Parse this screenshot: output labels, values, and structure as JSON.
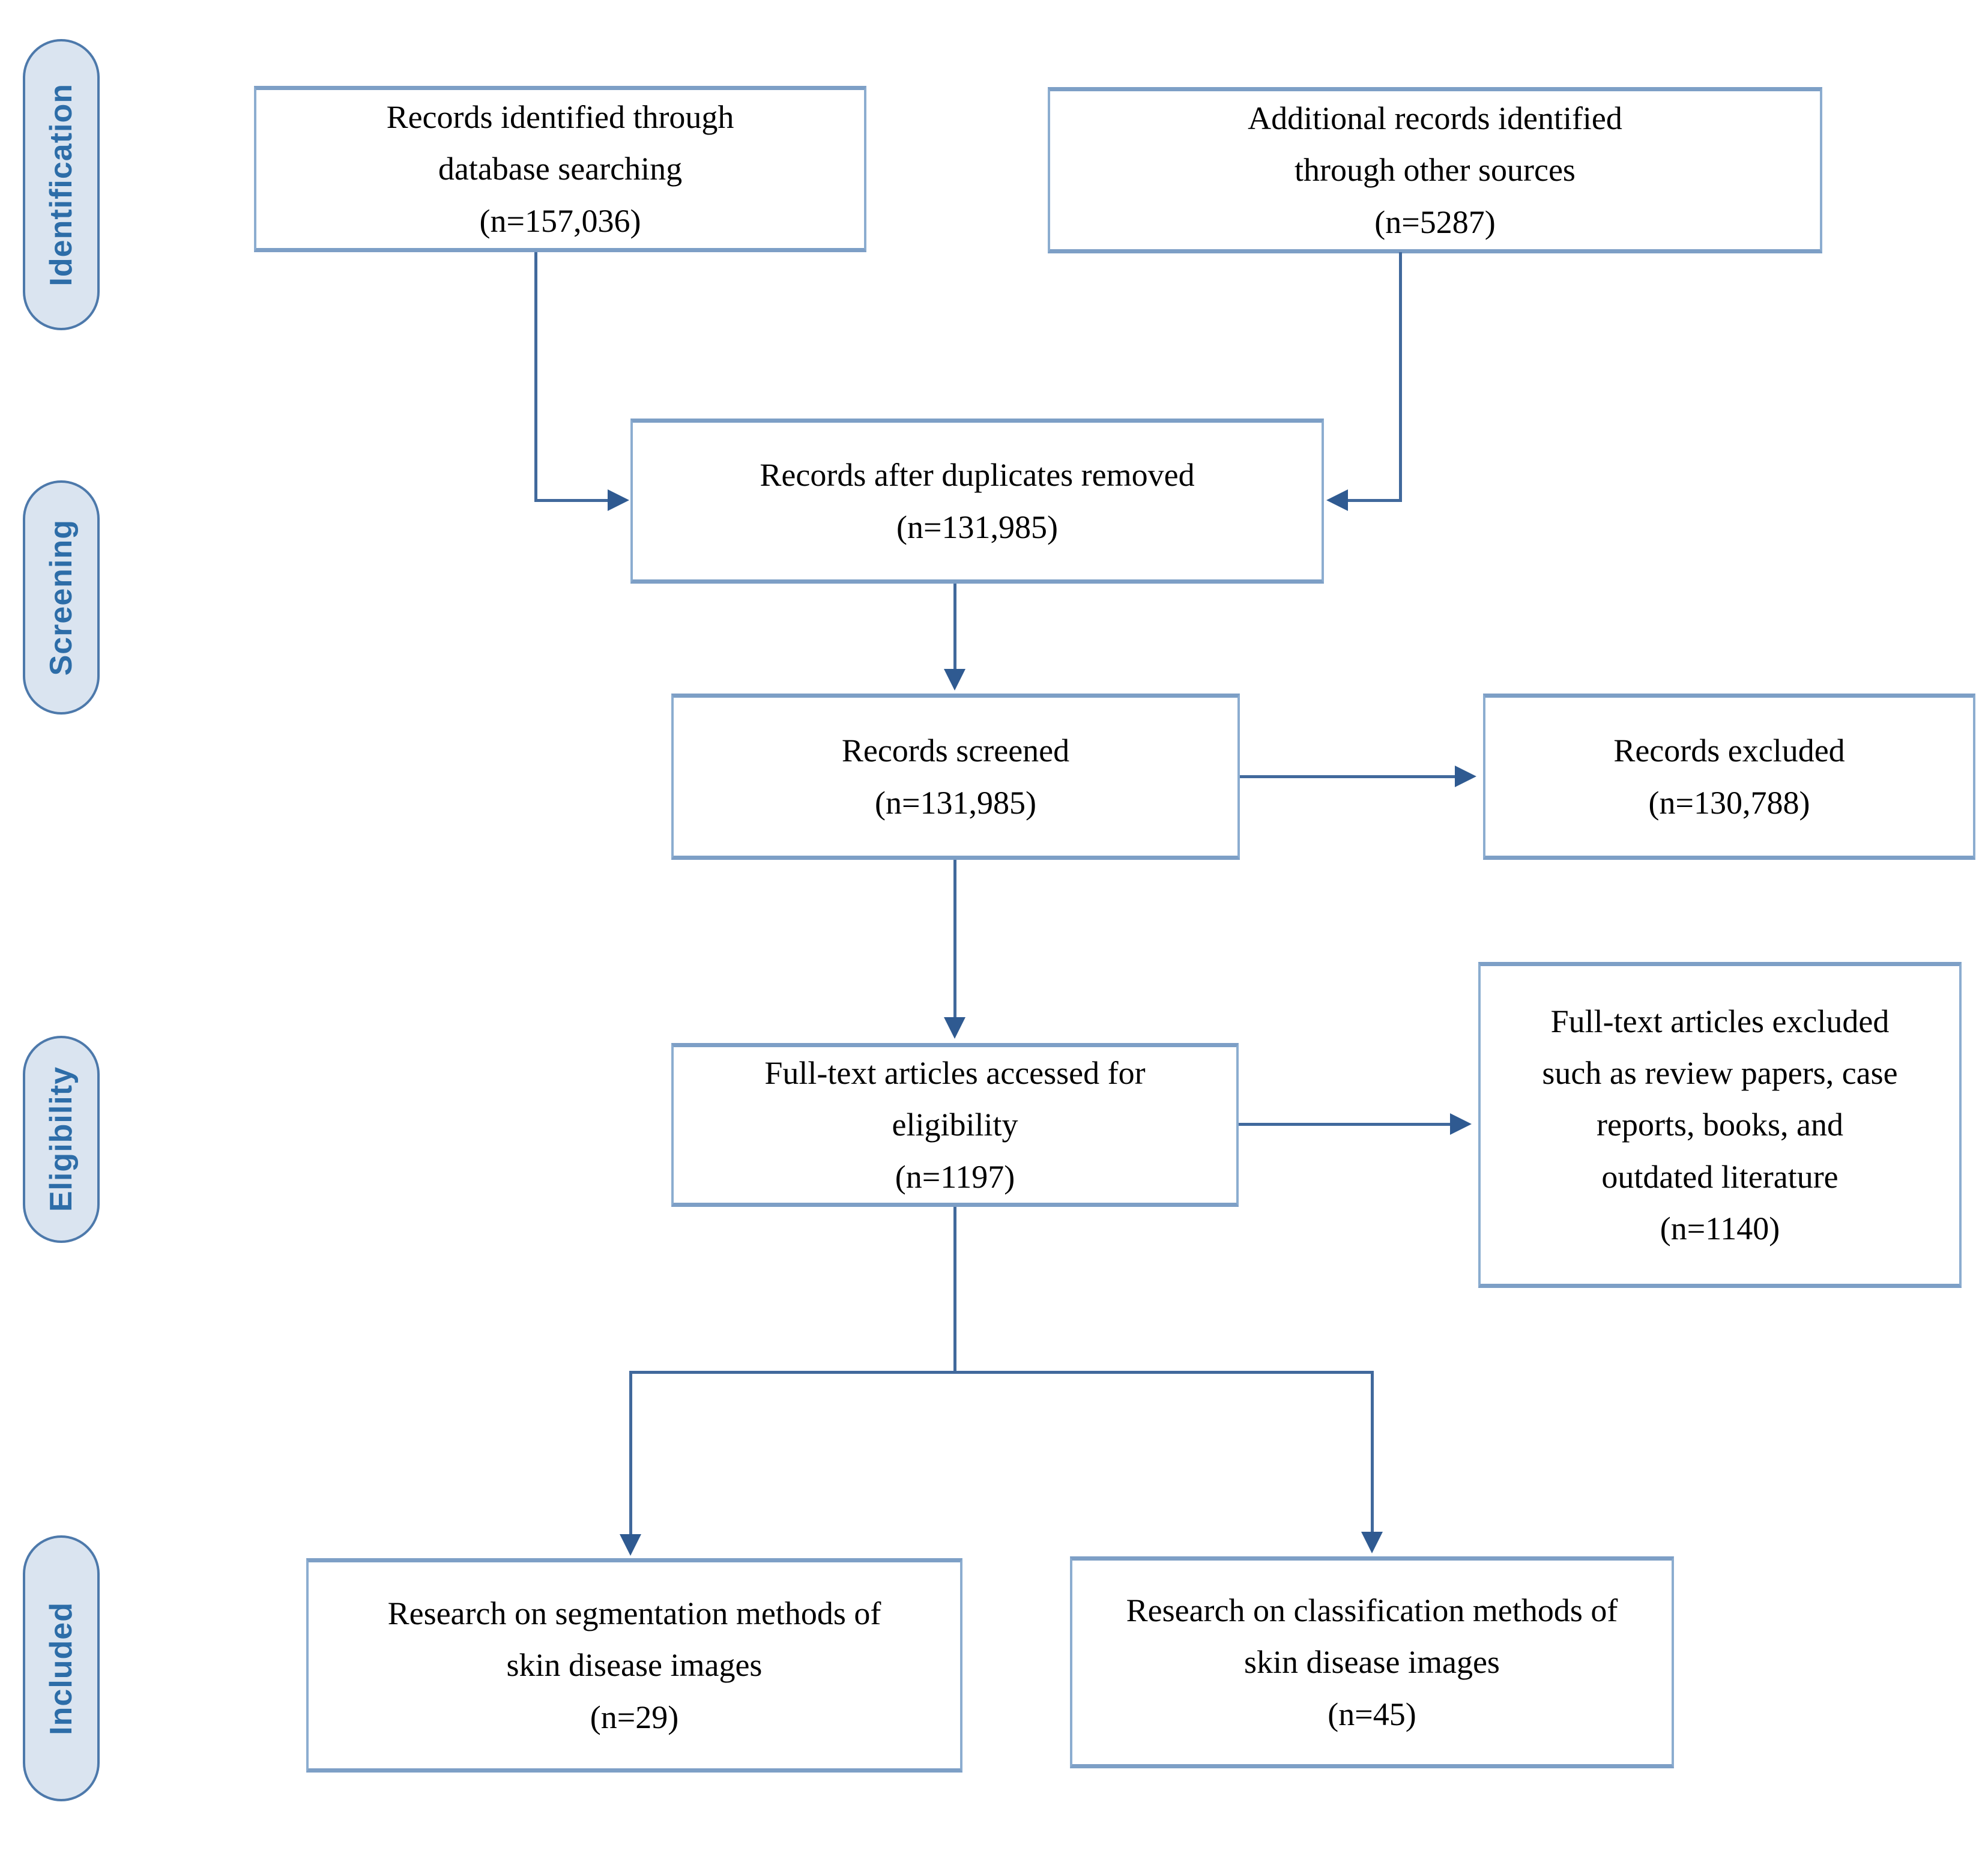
{
  "figure": {
    "type": "prisma-flow-diagram",
    "title": "PRISMA literature selection flow diagram"
  },
  "stages": [
    {
      "id": "identification",
      "label": "Identification"
    },
    {
      "id": "screening",
      "label": "Screening"
    },
    {
      "id": "eligibility",
      "label": "Eligibility"
    },
    {
      "id": "included",
      "label": "Included"
    }
  ],
  "boxes": [
    {
      "id": "records-identified-database",
      "text": "Records identified through\ndatabase searching\n(n=157,036)"
    },
    {
      "id": "additional-records-other-sources",
      "text": "Additional records identified\nthrough other sources\n(n=5287)"
    },
    {
      "id": "records-after-duplicates-removed",
      "text": "Records after duplicates removed\n(n=131,985)"
    },
    {
      "id": "records-screened",
      "text": "Records screened\n(n=131,985)"
    },
    {
      "id": "records-excluded",
      "text": "Records excluded\n(n=130,788)"
    },
    {
      "id": "fulltext-assessed-eligibility",
      "text": "Full-text articles accessed for\neligibility\n(n=1197)"
    },
    {
      "id": "fulltext-excluded",
      "text": "Full-text articles excluded\nsuch as review papers, case\nreports, books, and\noutdated literature\n(n=1140)"
    },
    {
      "id": "research-segmentation",
      "text": "Research on segmentation methods of\nskin disease images\n(n=29)"
    },
    {
      "id": "research-classification",
      "text": "Research on classification methods of\nskin disease images\n(n=45)"
    }
  ],
  "colors": {
    "background": "#ffffff",
    "box_border": "#8cadd0",
    "box_border_strong": "#7d9fc6",
    "box_text": "#000000",
    "pill_fill": "#dae4f0",
    "pill_border": "#4d79ab",
    "pill_text": "#2d6da8",
    "connector_line": "#41699c",
    "arrowhead": "#2f5a91"
  }
}
